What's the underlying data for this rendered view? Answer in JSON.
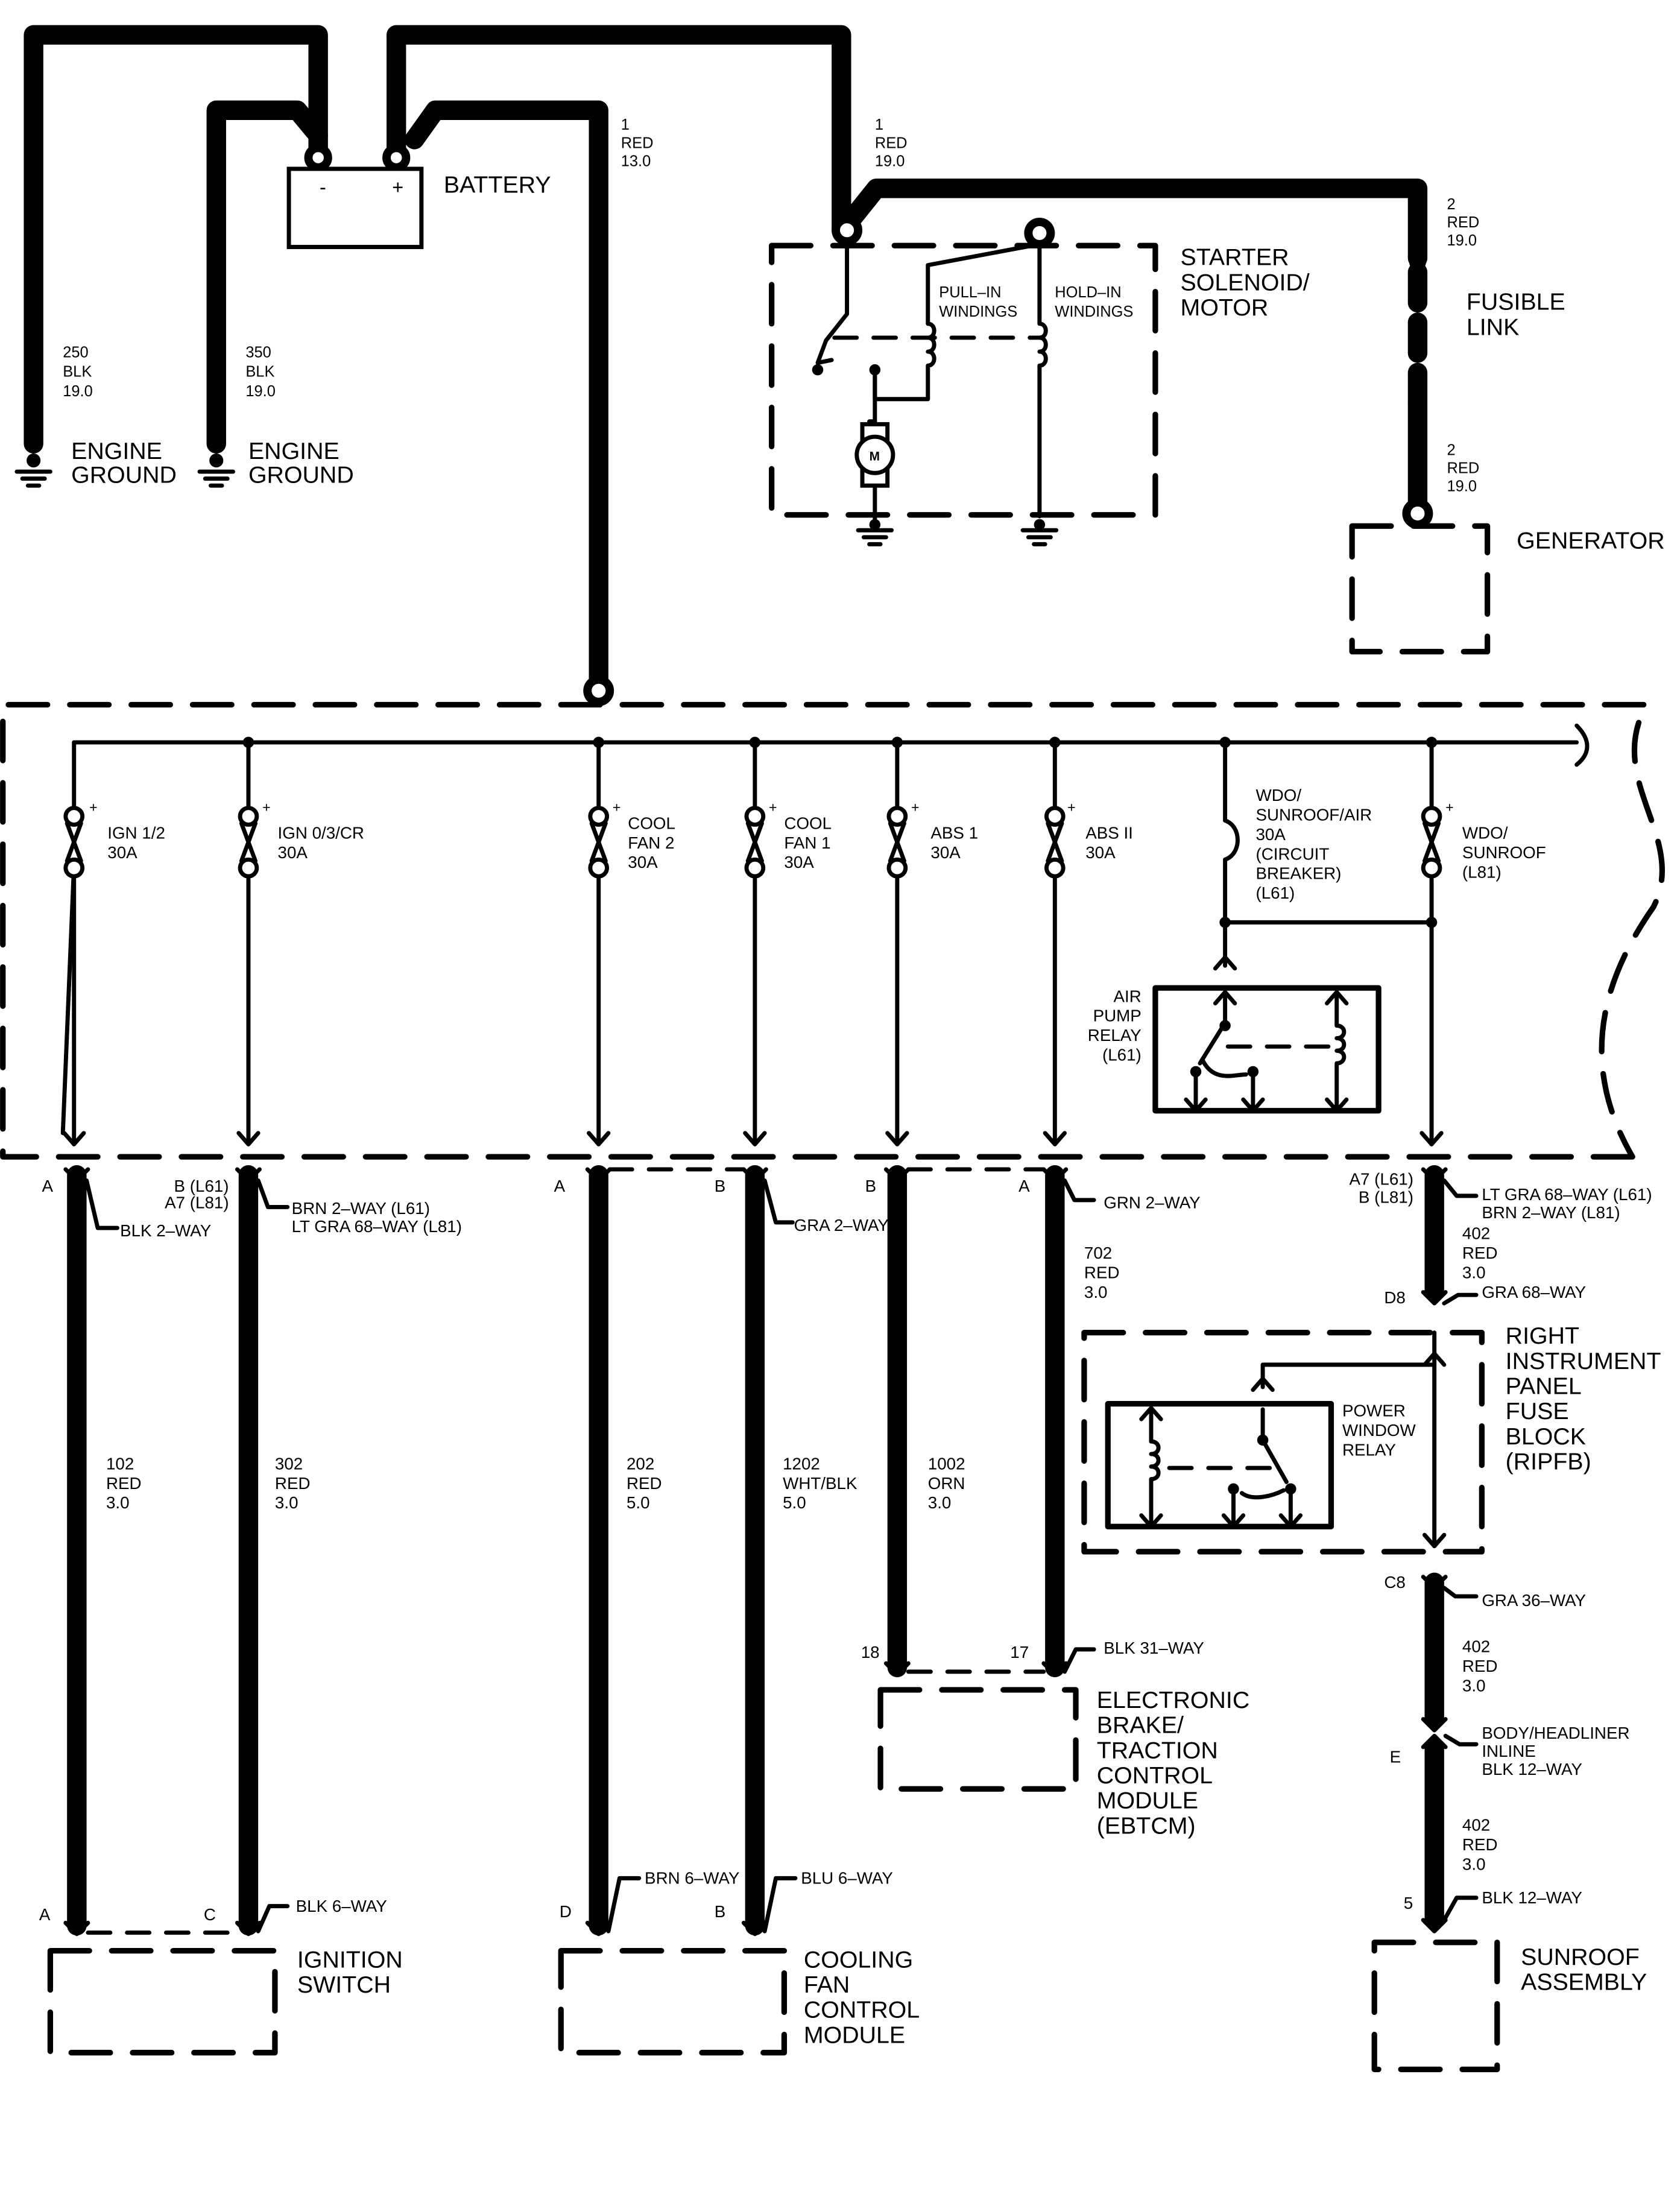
{
  "labels": {
    "battery": "BATTERY",
    "battery_minus": "-",
    "battery_plus": "+",
    "engine_ground": [
      "ENGINE",
      "GROUND"
    ],
    "starter": [
      "STARTER",
      "SOLENOID/",
      "MOTOR"
    ],
    "pull_in": [
      "PULL–IN",
      "WINDINGS"
    ],
    "hold_in": [
      "HOLD–IN",
      "WINDINGS"
    ],
    "motor": "M",
    "fusible_link": [
      "FUSIBLE",
      "LINK"
    ],
    "generator": "GENERATOR",
    "air_pump_relay": [
      "AIR",
      "PUMP",
      "RELAY",
      "(L61)"
    ],
    "power_window_relay": [
      "POWER",
      "WINDOW",
      "RELAY"
    ],
    "ripfb": [
      "RIGHT",
      "INSTRUMENT",
      "PANEL",
      "FUSE",
      "BLOCK",
      "(RIPFB)"
    ],
    "ignition_switch": [
      "IGNITION",
      "SWITCH"
    ],
    "cooling_fan": [
      "COOLING",
      "FAN",
      "CONTROL",
      "MODULE"
    ],
    "ebtcm": [
      "ELECTRONIC",
      "BRAKE/",
      "TRACTION",
      "CONTROL",
      "MODULE",
      "(EBTCM)"
    ],
    "sunroof": [
      "SUNROOF",
      "ASSEMBLY"
    ]
  },
  "wires": {
    "g250": [
      "250",
      "BLK",
      "19.0"
    ],
    "g350": [
      "350",
      "BLK",
      "19.0"
    ],
    "bat_fuse": [
      "1",
      "RED",
      "13.0"
    ],
    "bat_starter": [
      "1",
      "RED",
      "19.0"
    ],
    "link_top": [
      "2",
      "RED",
      "19.0"
    ],
    "link_bot": [
      "2",
      "RED",
      "19.0"
    ],
    "w102": [
      "102",
      "RED",
      "3.0"
    ],
    "w302": [
      "302",
      "RED",
      "3.0"
    ],
    "w202": [
      "202",
      "RED",
      "5.0"
    ],
    "w1202": [
      "1202",
      "WHT/BLK",
      "5.0"
    ],
    "w1002": [
      "1002",
      "ORN",
      "3.0"
    ],
    "w702": [
      "702",
      "RED",
      "3.0"
    ],
    "w402a": [
      "402",
      "RED",
      "3.0"
    ],
    "w402b": [
      "402",
      "RED",
      "3.0"
    ],
    "w402c": [
      "402",
      "RED",
      "3.0"
    ]
  },
  "fuses": {
    "ign12": [
      "IGN 1/2",
      "30A"
    ],
    "ign03": [
      "IGN 0/3/CR",
      "30A"
    ],
    "cool2": [
      "COOL",
      "FAN 2",
      "30A"
    ],
    "cool1": [
      "COOL",
      "FAN 1",
      "30A"
    ],
    "abs1": [
      "ABS 1",
      "30A"
    ],
    "abs2": [
      "ABS II",
      "30A"
    ],
    "wdo_cb": [
      "WDO/",
      "SUNROOF/AIR",
      "30A",
      "(CIRCUIT",
      "BREAKER)",
      "(L61)"
    ],
    "wdo": [
      "WDO/",
      "SUNROOF",
      "(L81)"
    ],
    "plus": "+"
  },
  "connectors": {
    "c1_pin": "A",
    "c1_name": "BLK 2–WAY",
    "c2_pin": [
      "B (L61)",
      "A7 (L81)"
    ],
    "c2_name": [
      "BRN 2–WAY (L61)",
      "LT GRA 68–WAY (L81)"
    ],
    "c3_pin": "A",
    "c4_pin": "B",
    "c4_name": "GRA 2–WAY",
    "c5_pin": "B",
    "c6_pin": "A",
    "c6_name": "GRN 2–WAY",
    "c7_pin": [
      "A7 (L61)",
      "B (L81)"
    ],
    "c7_name": [
      "LT GRA 68–WAY (L61)",
      "BRN 2–WAY (L81)"
    ],
    "d8_pin": "D8",
    "d8_name": "GRA 68–WAY",
    "c8_pin": "C8",
    "c8_name": "GRA 36–WAY",
    "inline_pin": "E",
    "inline_name": [
      "BODY/HEADLINER",
      "INLINE",
      "BLK 12–WAY"
    ],
    "sun_pin": "5",
    "sun_name": "BLK 12–WAY",
    "ebt_pin1": "18",
    "ebt_pin2": "17",
    "ebt_name": "BLK 31–WAY",
    "ign_pin1": "A",
    "ign_pin2": "C",
    "ign_name": "BLK 6–WAY",
    "fan_pin1": "D",
    "fan_name1": "BRN 6–WAY",
    "fan_pin2": "B",
    "fan_name2": "BLU 6–WAY"
  }
}
